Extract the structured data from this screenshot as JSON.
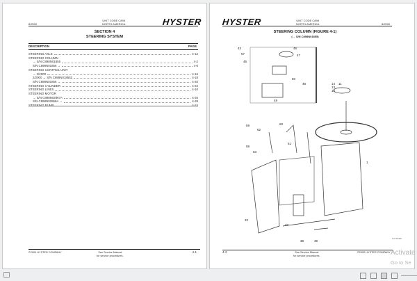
{
  "left_page": {
    "header": {
      "date": "8/2000",
      "unit_code": "UNIT CODE C898",
      "region": "NORTH AMERICA",
      "logo": "HYSTER"
    },
    "section": "SECTION 4",
    "title": "STEERING SYSTEM",
    "col_description": "DESCRIPTION",
    "col_page": "PAGE",
    "toc": [
      {
        "label": "STEERING AXLE",
        "page": "4-12",
        "indent": false
      },
      {
        "label": "STEERING COLUMN",
        "page": "",
        "indent": false
      },
      {
        "label": "→ S/N C898N01855",
        "page": "4-2",
        "indent": true
      },
      {
        "label": "S/N C898N01856 →",
        "page": "4-6",
        "indent": true
      },
      {
        "label": "STEERING CONTROL UNIT",
        "page": "",
        "indent": false
      },
      {
        "label": "→ 2/2000",
        "page": "4-16",
        "indent": true
      },
      {
        "label": "2/2000 ↔ S/N C898N01855Z",
        "page": "4-18",
        "indent": true
      },
      {
        "label": "S/N C898N01856 →",
        "page": "4-20",
        "indent": true
      },
      {
        "label": "STEERING CYLINDER",
        "page": "4-22",
        "indent": false
      },
      {
        "label": "STEERING LINES",
        "page": "4-10",
        "indent": false
      },
      {
        "label": "STEERING MOTOR",
        "page": "",
        "indent": false
      },
      {
        "label": "→ S/N C898N02867A",
        "page": "4-26",
        "indent": true
      },
      {
        "label": "S/N C898N02868A →",
        "page": "4-28",
        "indent": true
      },
      {
        "label": "STEERING PUMP",
        "page": "4-24",
        "indent": false
      }
    ],
    "footer": {
      "copyright": "©2000 HYSTER COMPANY",
      "note1": "See Service Manual",
      "note2": "for service procedures.",
      "page": "4-1"
    }
  },
  "right_page": {
    "header": {
      "logo": "HYSTER",
      "unit_code": "UNIT CODE C898",
      "region": "NORTH AMERICA",
      "date": "8/2000"
    },
    "title": "STEERING COLUMN (FIGURE 4-1)",
    "subtitle": "(→ S/N C898N01855)",
    "callouts": [
      "43",
      "46",
      "57",
      "47",
      "45",
      "50",
      "48",
      "49",
      "14",
      "13",
      "11",
      "15",
      "1",
      "59",
      "62",
      "60",
      "58",
      "63",
      "61",
      "32",
      "37",
      "38",
      "39"
    ],
    "figure_id": "1HYSTER",
    "footer": {
      "page": "4-2",
      "note1": "See Service Manual",
      "note2": "for service procedures.",
      "copyright": "©2000 HYSTER COMPANY"
    }
  },
  "watermark": {
    "line1": "Activate",
    "line2": "Go to Se"
  },
  "viewer": {
    "view_icons": [
      "single-page-icon",
      "continuous-page-icon",
      "two-page-icon",
      "two-page-continuous-icon"
    ]
  }
}
